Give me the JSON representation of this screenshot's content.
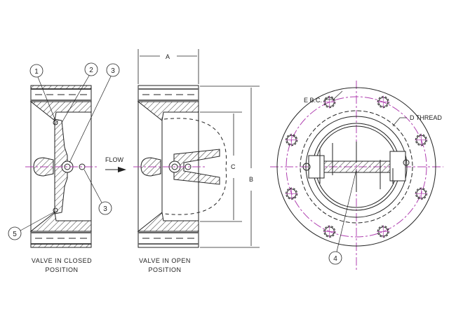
{
  "flow_label": "FLOW",
  "closed_caption": [
    "VALVE IN CLOSED",
    "POSITION"
  ],
  "open_caption": [
    "VALVE IN OPEN",
    "POSITION"
  ],
  "dimensions": {
    "a": "A",
    "b": "B",
    "c": "C"
  },
  "callouts": {
    "e": "E B.C.",
    "d": "D THREAD"
  },
  "balloons": [
    "1",
    "2",
    "3",
    "3",
    "5",
    "4"
  ],
  "colors": {
    "line": "#222222",
    "centerline": "#b040b0"
  }
}
